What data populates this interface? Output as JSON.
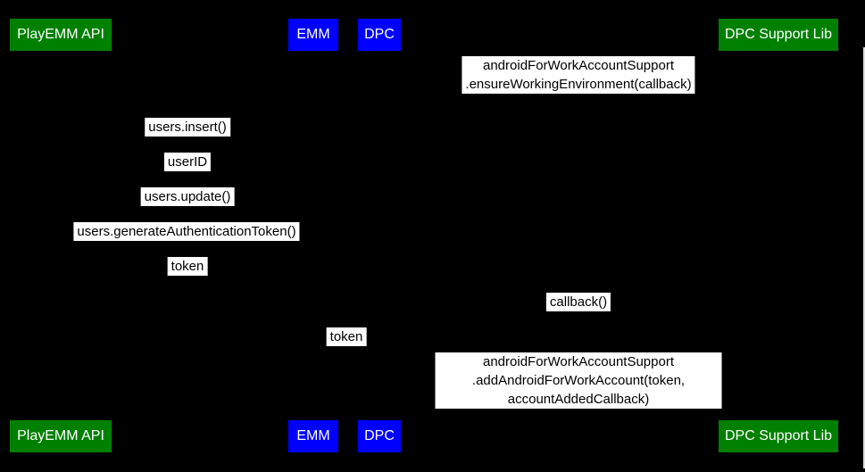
{
  "colors": {
    "background": "#000000",
    "actor_green": "#008000",
    "actor_blue": "#0000ff",
    "actor_text": "#ffffff",
    "message_bg": "#ffffff",
    "message_text": "#000000",
    "scrollbar": "#dddddd"
  },
  "actors": [
    {
      "label": "PlayEMM API",
      "color": "#008000"
    },
    {
      "label": "EMM",
      "color": "#0000ff"
    },
    {
      "label": "DPC",
      "color": "#0000ff"
    },
    {
      "label": "DPC Support Lib",
      "color": "#008000"
    }
  ],
  "messages": [
    {
      "text": "androidForWorkAccountSupport\n.ensureWorkingEnvironment(callback)"
    },
    {
      "text": "users.insert()"
    },
    {
      "text": "userID"
    },
    {
      "text": "users.update()"
    },
    {
      "text": "users.generateAuthenticationToken()"
    },
    {
      "text": "token"
    },
    {
      "text": "callback()"
    },
    {
      "text": "token"
    },
    {
      "text": "androidForWorkAccountSupport\n.addAndroidForWorkAccount(token, accountAddedCallback)"
    }
  ]
}
